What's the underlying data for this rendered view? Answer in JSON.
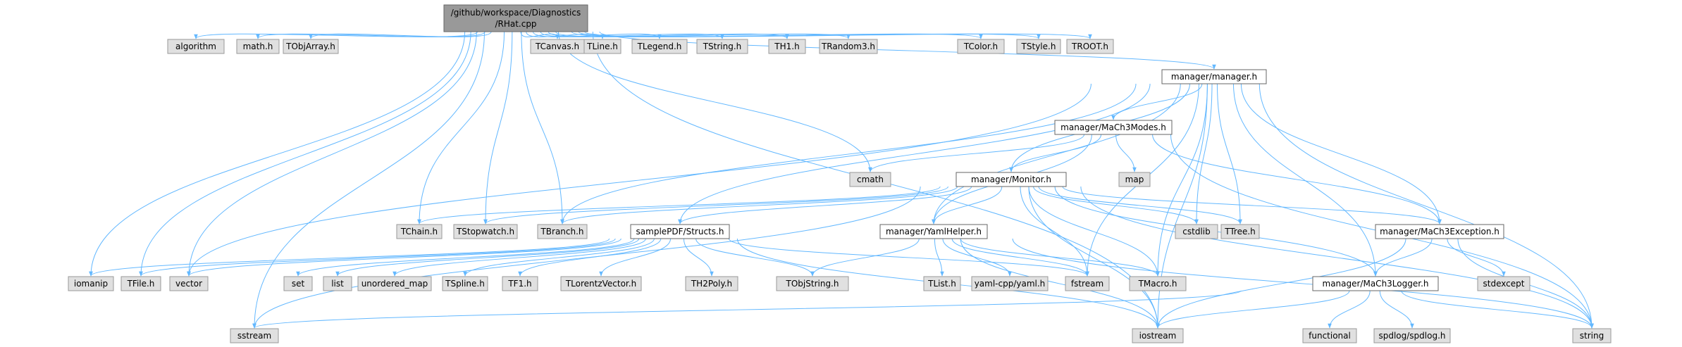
{
  "diagram": {
    "root": {
      "line1": "/github/workspace/Diagnostics",
      "line2": "/RHat.cpp"
    },
    "colors": {
      "root_fill": "#999999",
      "internal_fill": "#ffffff",
      "external_fill": "#e0e0e0",
      "border": "#999999",
      "internal_border": "#666666",
      "edge": "#63b8ff",
      "text": "#000000"
    },
    "nodes": {
      "algorithm": "algorithm",
      "math": "math.h",
      "tobjarray": "TObjArray.h",
      "tcanvas": "TCanvas.h",
      "tline": "TLine.h",
      "tlegend": "TLegend.h",
      "tstring": "TString.h",
      "th1": "TH1.h",
      "trandom3": "TRandom3.h",
      "tcolor": "TColor.h",
      "tstyle": "TStyle.h",
      "troot": "TROOT.h",
      "manager": "manager/manager.h",
      "mach3modes": "manager/MaCh3Modes.h",
      "cmath": "cmath",
      "map": "map",
      "monitor": "manager/Monitor.h",
      "tchain": "TChain.h",
      "tstopwatch": "TStopwatch.h",
      "tbranch": "TBranch.h",
      "structs": "samplePDF/Structs.h",
      "yamlhelper": "manager/YamlHelper.h",
      "cstdlib": "cstdlib",
      "ttree": "TTree.h",
      "mach3exception": "manager/MaCh3Exception.h",
      "iomanip": "iomanip",
      "tfile": "TFile.h",
      "vector": "vector",
      "set": "set",
      "list": "list",
      "unordered_map": "unordered_map",
      "tspline": "TSpline.h",
      "tf1": "TF1.h",
      "tlorentzvector": "TLorentzVector.h",
      "th2poly": "TH2Poly.h",
      "tobjstring": "TObjString.h",
      "tlist": "TList.h",
      "yamlcpp": "yaml-cpp/yaml.h",
      "fstream": "fstream",
      "tmacro": "TMacro.h",
      "stdexcept": "stdexcept",
      "mach3logger": "manager/MaCh3Logger.h",
      "sstream": "sstream",
      "iostream": "iostream",
      "functional": "functional",
      "spdlog": "spdlog/spdlog.h",
      "string": "string"
    },
    "edges": [
      [
        "root",
        "algorithm"
      ],
      [
        "root",
        "math"
      ],
      [
        "root",
        "tobjarray"
      ],
      [
        "root",
        "tcanvas"
      ],
      [
        "root",
        "tline"
      ],
      [
        "root",
        "tlegend"
      ],
      [
        "root",
        "tstring"
      ],
      [
        "root",
        "th1"
      ],
      [
        "root",
        "trandom3"
      ],
      [
        "root",
        "tcolor"
      ],
      [
        "root",
        "tstyle"
      ],
      [
        "root",
        "troot"
      ],
      [
        "root",
        "manager"
      ],
      [
        "root",
        "cmath"
      ],
      [
        "root",
        "tchain"
      ],
      [
        "root",
        "tstopwatch"
      ],
      [
        "root",
        "tbranch"
      ],
      [
        "root",
        "iomanip"
      ],
      [
        "root",
        "tfile"
      ],
      [
        "root",
        "vector"
      ],
      [
        "root",
        "sstream"
      ],
      [
        "root",
        "iostream"
      ],
      [
        "manager",
        "mach3modes"
      ],
      [
        "manager",
        "monitor"
      ],
      [
        "manager",
        "structs"
      ],
      [
        "manager",
        "yamlhelper"
      ],
      [
        "manager",
        "mach3exception"
      ],
      [
        "manager",
        "mach3logger"
      ],
      [
        "manager",
        "cstdlib"
      ],
      [
        "manager",
        "ttree"
      ],
      [
        "manager",
        "tbranch"
      ],
      [
        "manager",
        "vector"
      ],
      [
        "manager",
        "fstream"
      ],
      [
        "manager",
        "tmacro"
      ],
      [
        "manager",
        "iostream"
      ],
      [
        "manager",
        "string"
      ],
      [
        "mach3modes",
        "cmath"
      ],
      [
        "mach3modes",
        "map"
      ],
      [
        "mach3modes",
        "monitor"
      ],
      [
        "mach3modes",
        "yamlhelper"
      ],
      [
        "mach3modes",
        "mach3exception"
      ],
      [
        "mach3modes",
        "string"
      ],
      [
        "monitor",
        "tchain"
      ],
      [
        "monitor",
        "tstopwatch"
      ],
      [
        "monitor",
        "tbranch"
      ],
      [
        "monitor",
        "structs"
      ],
      [
        "monitor",
        "yamlhelper"
      ],
      [
        "monitor",
        "cstdlib"
      ],
      [
        "monitor",
        "ttree"
      ],
      [
        "monitor",
        "mach3exception"
      ],
      [
        "monitor",
        "mach3logger"
      ],
      [
        "monitor",
        "fstream"
      ],
      [
        "monitor",
        "tmacro"
      ],
      [
        "monitor",
        "iostream"
      ],
      [
        "monitor",
        "sstream"
      ],
      [
        "monitor",
        "string"
      ],
      [
        "structs",
        "iomanip"
      ],
      [
        "structs",
        "tfile"
      ],
      [
        "structs",
        "vector"
      ],
      [
        "structs",
        "set"
      ],
      [
        "structs",
        "list"
      ],
      [
        "structs",
        "unordered_map"
      ],
      [
        "structs",
        "tspline"
      ],
      [
        "structs",
        "tf1"
      ],
      [
        "structs",
        "tlorentzvector"
      ],
      [
        "structs",
        "th2poly"
      ],
      [
        "structs",
        "tobjstring"
      ],
      [
        "structs",
        "fstream"
      ],
      [
        "structs",
        "iostream"
      ],
      [
        "yamlhelper",
        "tobjstring"
      ],
      [
        "yamlhelper",
        "tlist"
      ],
      [
        "yamlhelper",
        "yamlcpp"
      ],
      [
        "yamlhelper",
        "fstream"
      ],
      [
        "yamlhelper",
        "tmacro"
      ],
      [
        "yamlhelper",
        "iostream"
      ],
      [
        "yamlhelper",
        "string"
      ],
      [
        "mach3exception",
        "stdexcept"
      ],
      [
        "mach3exception",
        "mach3logger"
      ],
      [
        "mach3exception",
        "iostream"
      ],
      [
        "mach3exception",
        "string"
      ],
      [
        "mach3logger",
        "sstream"
      ],
      [
        "mach3logger",
        "iostream"
      ],
      [
        "mach3logger",
        "functional"
      ],
      [
        "mach3logger",
        "spdlog"
      ],
      [
        "mach3logger",
        "string"
      ]
    ]
  }
}
